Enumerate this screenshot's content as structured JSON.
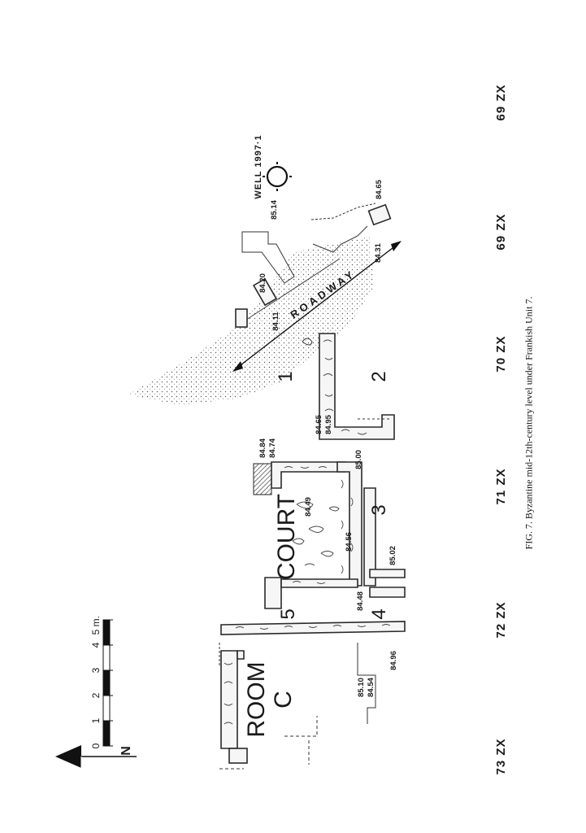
{
  "caption": "FIG. 7. Byzantine mid-12th-century level under Frankish Unit 7.",
  "north_label": "N",
  "scale": {
    "unit_label": "5 m.",
    "ticks": [
      "0",
      "1",
      "2",
      "3",
      "4"
    ]
  },
  "grid_labels": [
    "73 ZX",
    "72 ZX",
    "71 ZX",
    "70 ZX",
    "69 ZX",
    "69 ZX"
  ],
  "labels": {
    "well": "WELL 1997·1",
    "roadway": "ROADWAY",
    "court": "COURT",
    "room_c_line1": "ROOM",
    "room_c_line2": "C",
    "room_1": "1",
    "room_2": "2",
    "room_3": "3",
    "room_4": "4",
    "room_5": "5"
  },
  "elevations": {
    "well": "85.14",
    "e8465_top": "84.65",
    "e8431": "84.31",
    "e8420": "84.20",
    "e8411": "84.11",
    "e8465": "84.65",
    "e8495": "84.95",
    "e8484": "84.84",
    "e8474": "84.74",
    "e8500": "85.00",
    "e8449": "84.49",
    "e8456": "84.56",
    "e8502": "85.02",
    "e8448": "84.48",
    "e8496": "84.96",
    "e8510": "85.10",
    "e8454": "84.54"
  },
  "colors": {
    "ink": "#1a1a1a",
    "paper": "#ffffff"
  }
}
